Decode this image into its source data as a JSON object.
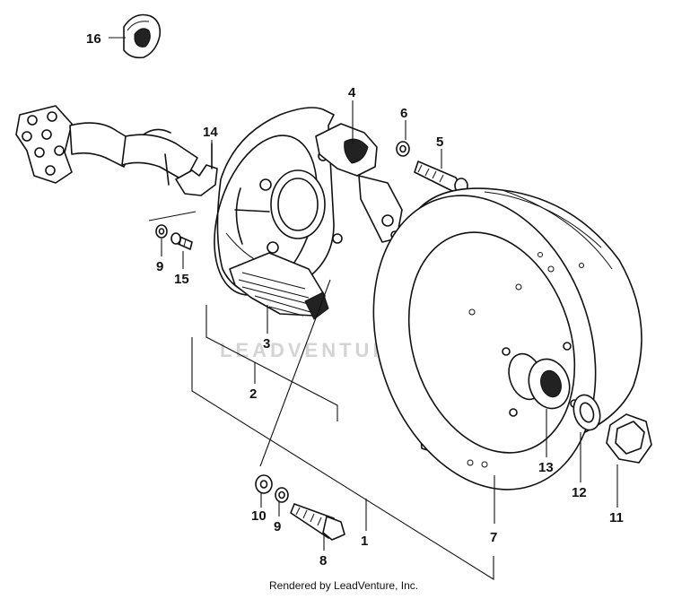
{
  "credit": "Rendered by LeadVenture, Inc.",
  "watermark": "LEADVENTURE",
  "callouts": [
    {
      "id": "p1",
      "text": "1"
    },
    {
      "id": "p2",
      "text": "2"
    },
    {
      "id": "p3",
      "text": "3"
    },
    {
      "id": "p4",
      "text": "4"
    },
    {
      "id": "p5",
      "text": "5"
    },
    {
      "id": "p6",
      "text": "6"
    },
    {
      "id": "p7",
      "text": "7"
    },
    {
      "id": "p8",
      "text": "8"
    },
    {
      "id": "p9a",
      "text": "9"
    },
    {
      "id": "p9b",
      "text": "9"
    },
    {
      "id": "p10",
      "text": "10"
    },
    {
      "id": "p11",
      "text": "11"
    },
    {
      "id": "p12",
      "text": "12"
    },
    {
      "id": "p13",
      "text": "13"
    },
    {
      "id": "p14",
      "text": "14"
    },
    {
      "id": "p15",
      "text": "15"
    },
    {
      "id": "p16",
      "text": "16"
    }
  ]
}
